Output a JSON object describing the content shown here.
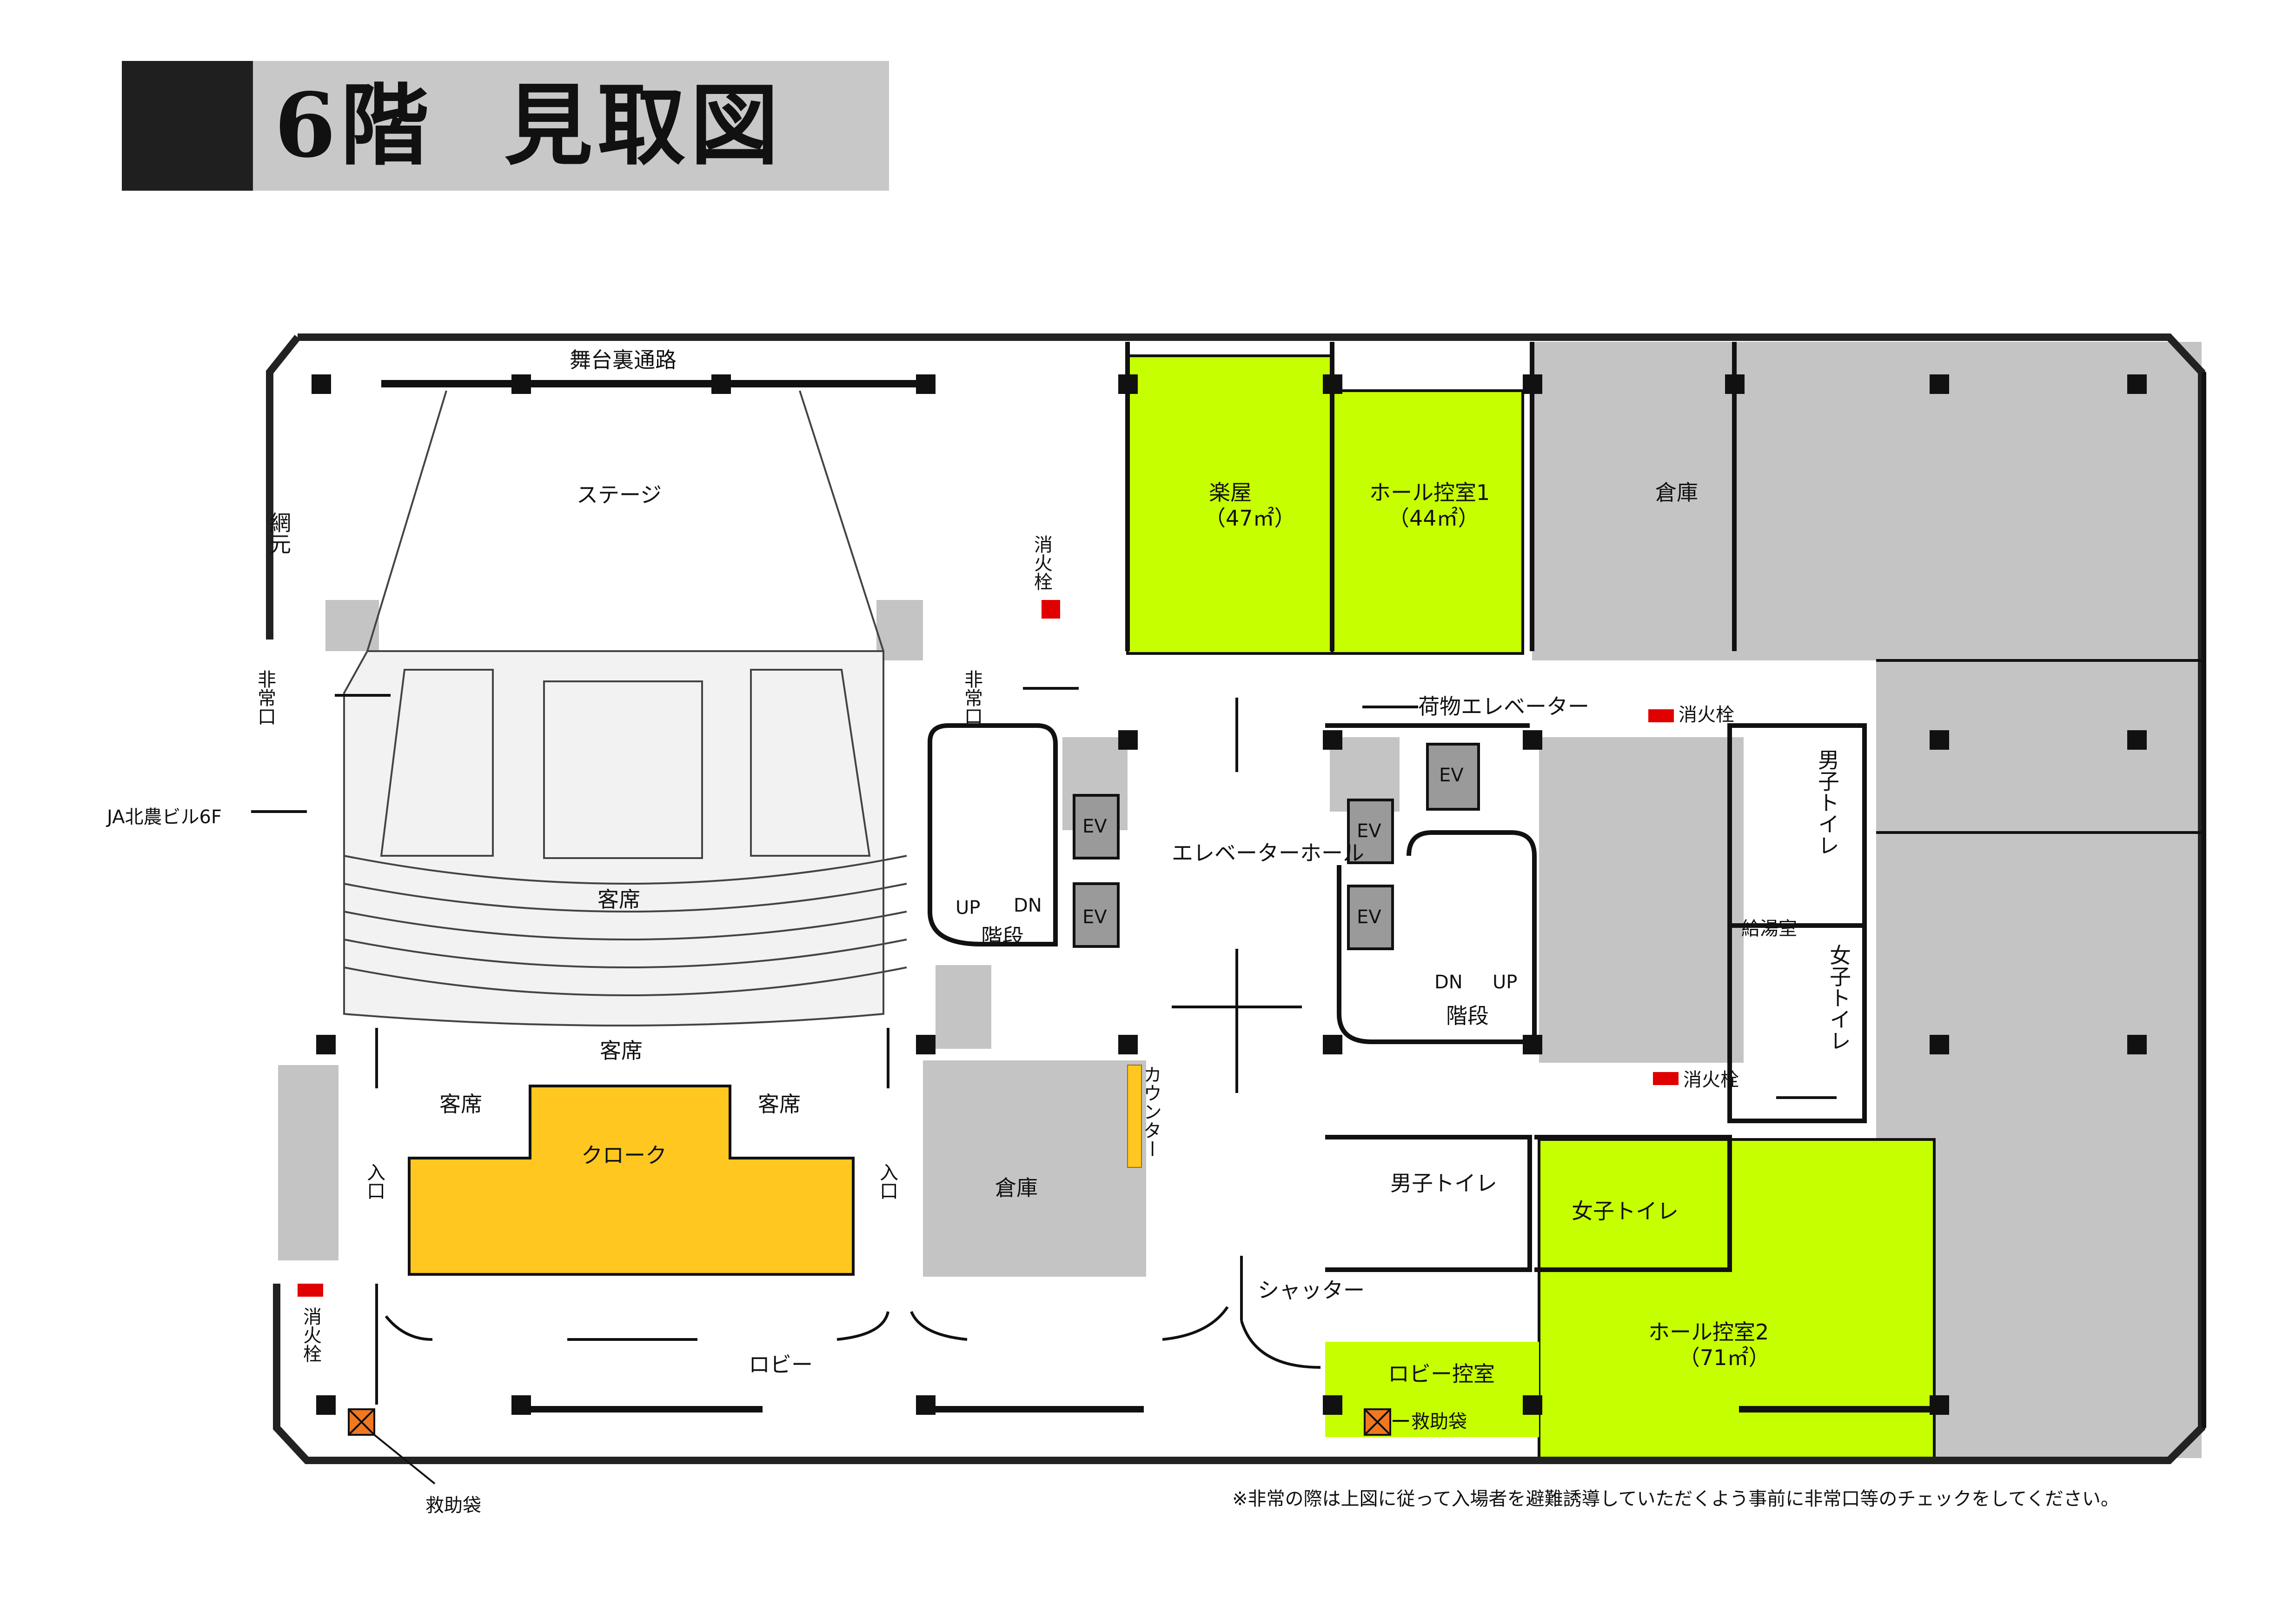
{
  "header": {
    "title": "6階  見取図"
  },
  "rooms": {
    "backstage_passage": "舞台裏通路",
    "stage": "ステージ",
    "fly_gallery": "網元",
    "seating_upper": "客席",
    "seating_lower": "客席",
    "seating_left": "客席",
    "seating_right": "客席",
    "cloak": "クローク",
    "green_room": {
      "name": "楽屋",
      "area": "（47㎡）"
    },
    "hall_waiting_1": {
      "name": "ホール控室1",
      "area": "（44㎡）"
    },
    "storage_top": "倉庫",
    "storage_mid": "倉庫",
    "freight_elevator": "荷物エレベーター",
    "elevator_hall": "エレベーターホール",
    "stairs_left": "階段",
    "stairs_right": "階段",
    "counter": "カウンター",
    "mens_toilet_right": "男子トイレ",
    "womens_toilet_right": "女子トイレ",
    "kitchenette": "給湯室",
    "mens_toilet_bottom": "男子トイレ",
    "womens_toilet_bottom": "女子トイレ",
    "hall_waiting_2": {
      "name": "ホール控室2",
      "area": "（71㎡）"
    },
    "lobby_waiting": "ロビー控室",
    "lobby": "ロビー",
    "shutter": "シャッター",
    "neighbor_building": "JA北農ビル6F"
  },
  "markers": {
    "emergency_exit": "非常口",
    "entrance": "入口",
    "hydrant": "消火栓",
    "rescue_bag": "救助袋",
    "elevator": "EV",
    "up": "UP",
    "dn": "DN"
  },
  "legend_colors": {
    "green_room": "#c6ff00",
    "cloak": "#ffc720",
    "storage": "#c4c4c4",
    "hydrant": "#e00000",
    "rescue_bag": "#f07820"
  },
  "footnote": "※非常の際は上図に従って入場者を避難誘導していただくよう事前に非常口等のチェックをしてください。"
}
